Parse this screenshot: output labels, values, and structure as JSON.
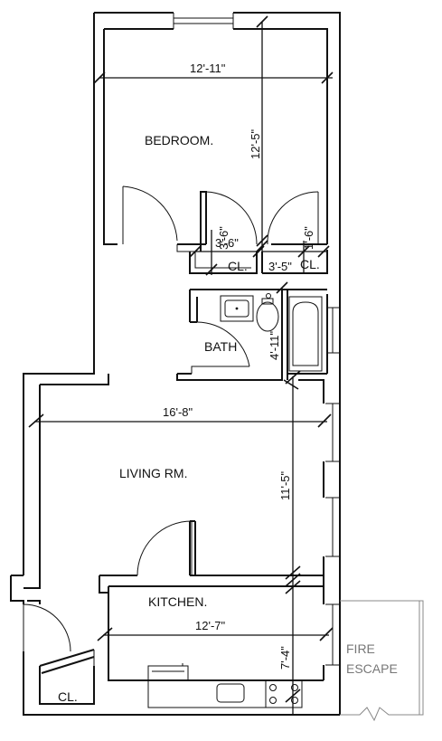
{
  "rooms": {
    "bedroom": "BEDROOM.",
    "closet_left": "CL.",
    "closet_right": "CL.",
    "bath": "BATH",
    "living": "LIVING RM.",
    "kitchen": "KITCHEN.",
    "closet_entry": "CL.",
    "fire_escape_line1": "FIRE",
    "fire_escape_line2": "ESCAPE"
  },
  "dimensions": {
    "bedroom_width": "12'-11\"",
    "bedroom_length": "12'-5\"",
    "closet_left_depth": "3'-6\"",
    "closet_left_width": "3'-6\"",
    "closet_right_width": "3'-5\"",
    "closet_right_depth": "1'-6\"",
    "bath_length": "4'-11\"",
    "living_width": "16'-8\"",
    "living_length": "11'-5\"",
    "kitchen_width": "12'-7\"",
    "kitchen_length": "7'-4\""
  }
}
